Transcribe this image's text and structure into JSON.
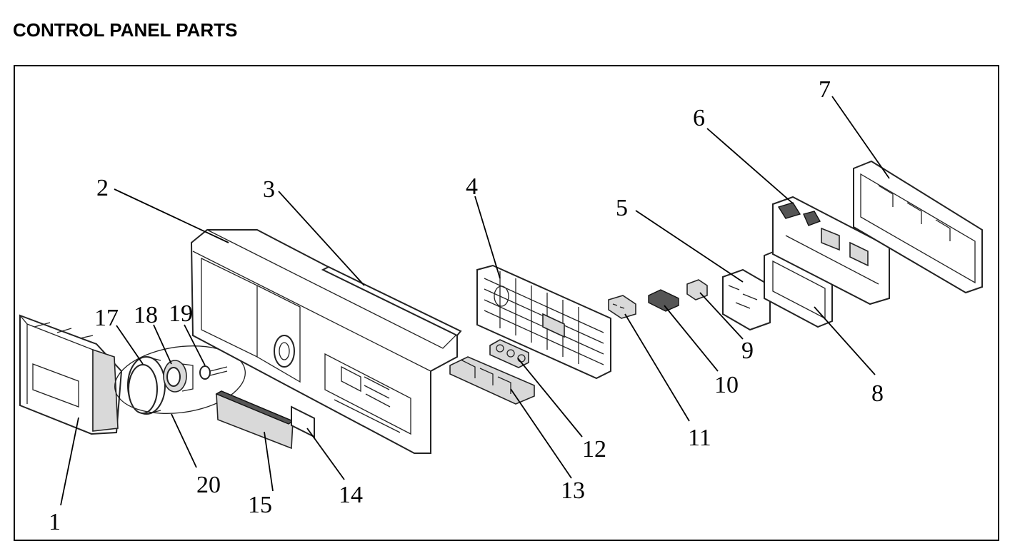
{
  "page": {
    "title": "CONTROL PANEL PARTS"
  },
  "diagram": {
    "callouts": [
      {
        "id": "c1",
        "label": "1"
      },
      {
        "id": "c2",
        "label": "2"
      },
      {
        "id": "c3",
        "label": "3"
      },
      {
        "id": "c4",
        "label": "4"
      },
      {
        "id": "c5",
        "label": "5"
      },
      {
        "id": "c6",
        "label": "6"
      },
      {
        "id": "c7",
        "label": "7"
      },
      {
        "id": "c8",
        "label": "8"
      },
      {
        "id": "c9",
        "label": "9"
      },
      {
        "id": "c10",
        "label": "10"
      },
      {
        "id": "c11",
        "label": "11"
      },
      {
        "id": "c12",
        "label": "12"
      },
      {
        "id": "c13",
        "label": "13"
      },
      {
        "id": "c14",
        "label": "14"
      },
      {
        "id": "c15",
        "label": "15"
      },
      {
        "id": "c17",
        "label": "17"
      },
      {
        "id": "c18",
        "label": "18"
      },
      {
        "id": "c19",
        "label": "19"
      },
      {
        "id": "c20",
        "label": "20"
      }
    ]
  }
}
